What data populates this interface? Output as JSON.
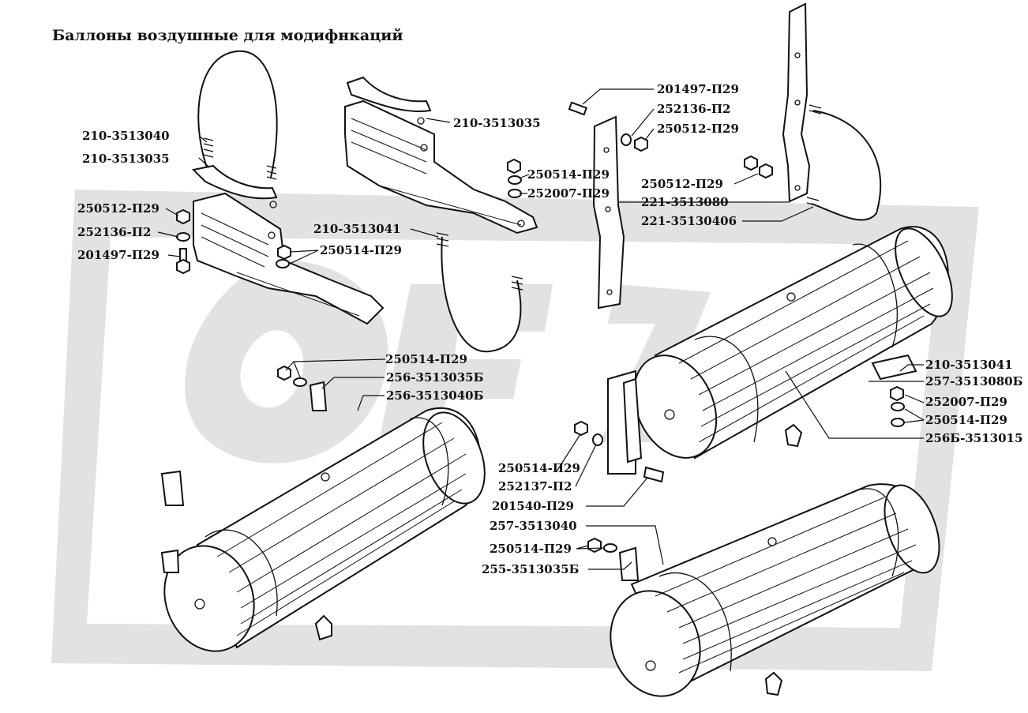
{
  "title": "Баллоны воздушные для модифнкаций",
  "watermark_color": "#e2e2e2",
  "labels": {
    "l01": "210-3513040",
    "l02": "210-3513035",
    "l03": "250512-П29",
    "l04": "252136-П2",
    "l05": "201497-П29",
    "l06": "210-3513035",
    "l07": "250514-П29",
    "l08": "252007-П29",
    "l09": "210-3513041",
    "l10": "250514-П29",
    "l11": "201497-П29",
    "l12": "252136-П2",
    "l13": "250512-П29",
    "l14": "250512-П29",
    "l15": "221-3513080",
    "l16": "221-35130406",
    "l17": "250514-П29",
    "l18": "256-3513035Б",
    "l19": "256-3513040Б",
    "l20": "210-3513041",
    "l21": "257-3513080Б",
    "l22": "252007-П29",
    "l23": "250514-П29",
    "l24": "256Б-3513015",
    "l25": "250514-П29",
    "l26": "252137-П2",
    "l27": "201540-П29",
    "l28": "257-3513040",
    "l29": "250514-П29",
    "l30": "255-3513035Б"
  }
}
